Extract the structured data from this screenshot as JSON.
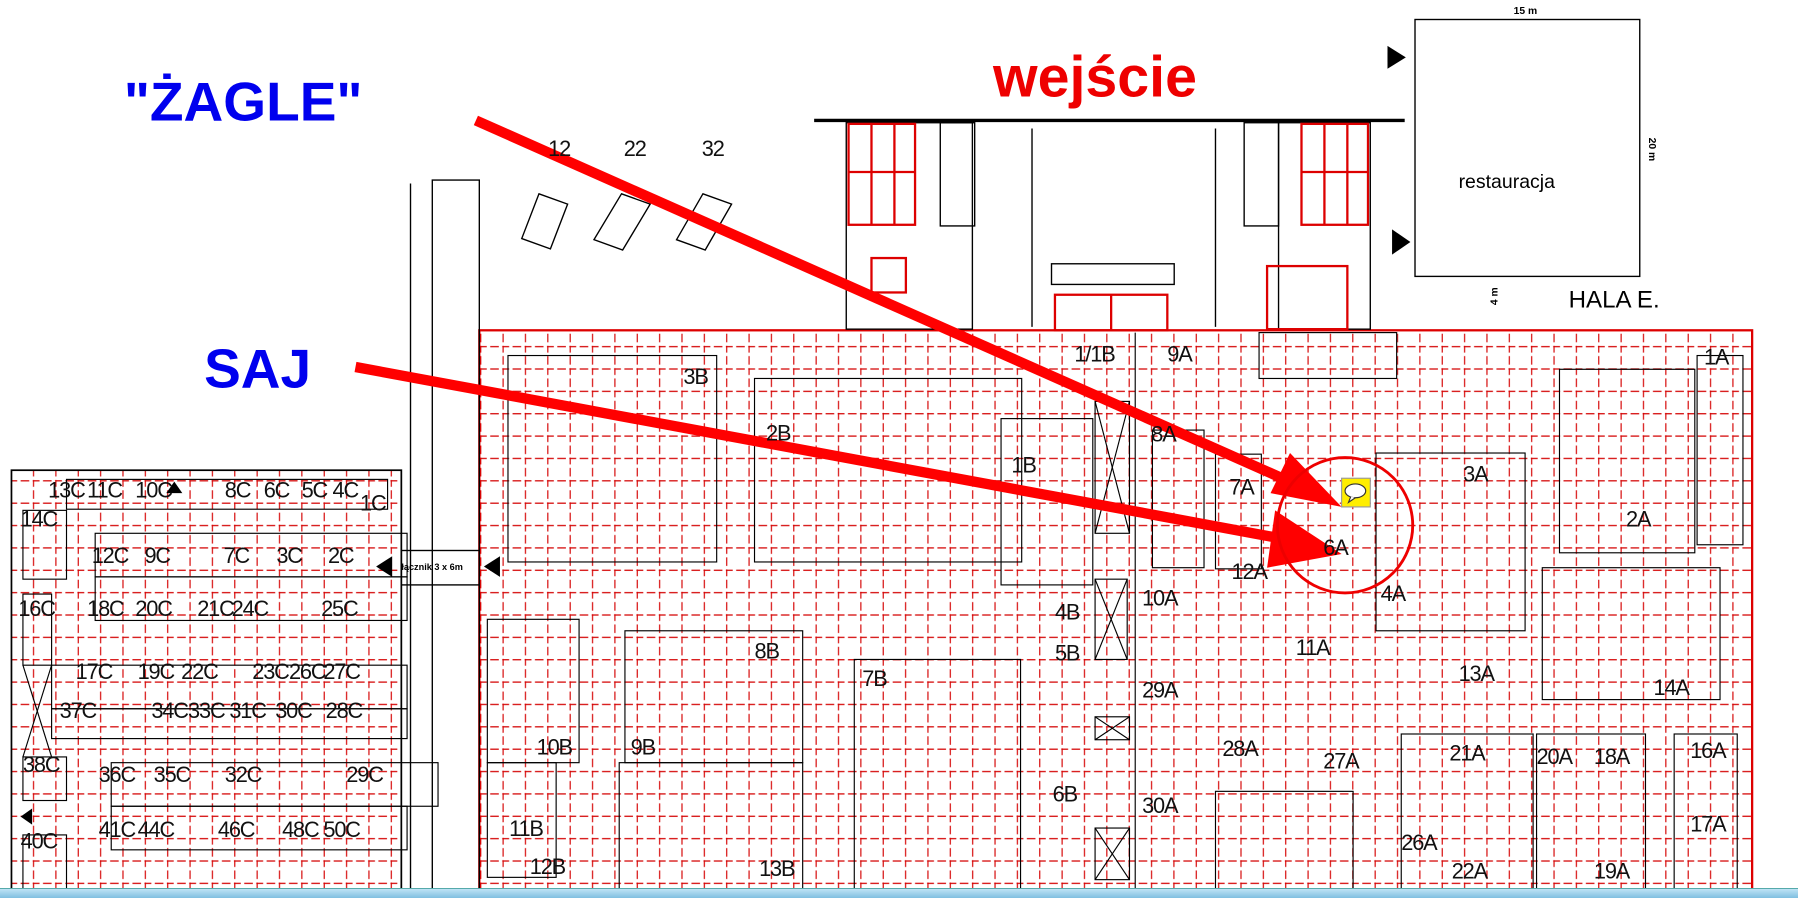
{
  "annotations": {
    "zagle": "\"ŻAGLE\"",
    "saj": "SAJ",
    "entrance": "wejście",
    "restaurant": "restauracja",
    "hall": "HALA E.",
    "dim_width": "15 m",
    "dim_height": "20 m",
    "dim_gap": "4 m",
    "connector": "łącznik 3 x 6m"
  },
  "colors": {
    "grid": "#d40000",
    "arrow": "#ff0000",
    "zagle": "#0000ee",
    "note": "#ffee00"
  },
  "sails": [
    "12",
    "22",
    "32"
  ],
  "hall_c_stands": [
    "13C",
    "11C",
    "10C",
    "8C",
    "6C",
    "5C",
    "4C",
    "1C",
    "14C",
    "12C",
    "9C",
    "7C",
    "3C",
    "2C",
    "16C",
    "18C",
    "20C",
    "21C",
    "24C",
    "25C",
    "17C",
    "19C",
    "22C",
    "23C",
    "26C",
    "27C",
    "37C",
    "34C",
    "33C",
    "31C",
    "30C",
    "28C",
    "38C",
    "36C",
    "35C",
    "32C",
    "29C",
    "41C",
    "44C",
    "46C",
    "48C",
    "50C",
    "40C"
  ],
  "hall_b_stands": [
    "3B",
    "2B",
    "1B",
    "8B",
    "7B",
    "4B",
    "5B",
    "10B",
    "9B",
    "6B",
    "11B",
    "12B",
    "13B",
    "1/1B"
  ],
  "hall_a_stands": [
    "9A",
    "1A",
    "8A",
    "7A",
    "3A",
    "2A",
    "6A",
    "12A",
    "4A",
    "10A",
    "11A",
    "13A",
    "14A",
    "29A",
    "28A",
    "27A",
    "21A",
    "20A",
    "18A",
    "16A",
    "30A",
    "17A",
    "26A",
    "22A",
    "19A"
  ]
}
